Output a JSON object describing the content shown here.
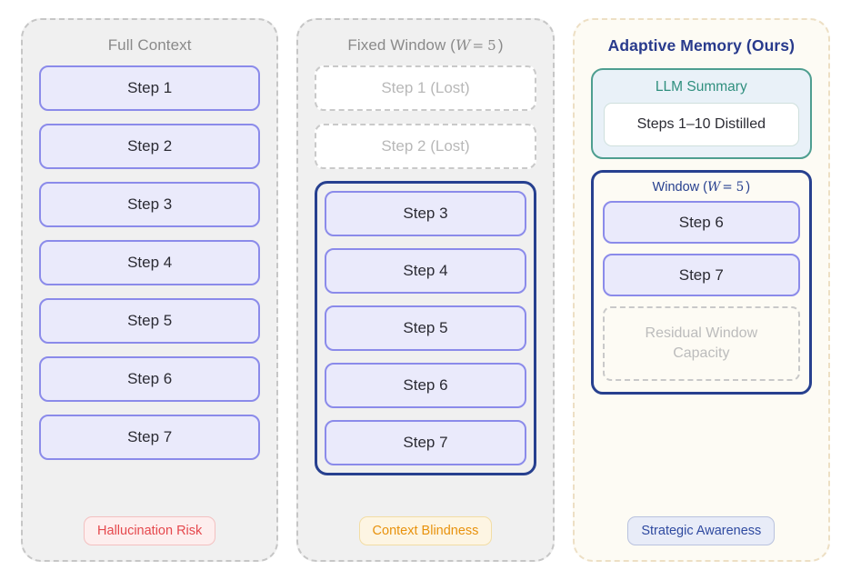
{
  "columns": [
    {
      "id": "full-context",
      "title": "Full Context",
      "steps": [
        {
          "label": "Step 1"
        },
        {
          "label": "Step 2"
        },
        {
          "label": "Step 3"
        },
        {
          "label": "Step 4"
        },
        {
          "label": "Step 5"
        },
        {
          "label": "Step 6"
        },
        {
          "label": "Step 7"
        }
      ],
      "badge": "Hallucination Risk"
    },
    {
      "id": "fixed-window",
      "title_prefix": "Fixed Window (",
      "title_var": "W",
      "title_eq": "=",
      "title_value": "5",
      "title_suffix": ")",
      "lost_steps": [
        {
          "label": "Step 1 (Lost)"
        },
        {
          "label": "Step 2 (Lost)"
        }
      ],
      "window_steps": [
        {
          "label": "Step 3"
        },
        {
          "label": "Step 4"
        },
        {
          "label": "Step 5"
        },
        {
          "label": "Step 6"
        },
        {
          "label": "Step 7"
        }
      ],
      "badge": "Context Blindness"
    },
    {
      "id": "adaptive-memory",
      "title": "Adaptive Memory (Ours)",
      "summary_title": "LLM Summary",
      "summary_chip": "Steps 1–10 Distilled",
      "window_prefix": "Window (",
      "window_var": "W",
      "window_eq": "=",
      "window_value": "5",
      "window_suffix": ")",
      "window_steps": [
        {
          "label": "Step 6"
        },
        {
          "label": "Step 7"
        }
      ],
      "residual_line1": "Residual Window",
      "residual_line2": "Capacity",
      "badge": "Strategic Awareness"
    }
  ],
  "colors": {
    "step_fill": "#eaeafb",
    "step_border": "#8b8bea",
    "window_border": "#27408f",
    "summary_border": "#4e9e90",
    "summary_fill": "#e9f1f8",
    "summary_text": "#2f8f7e",
    "accent_title": "#283a8c",
    "muted_text": "#8a8a8a",
    "lost_text": "#b8b8b8",
    "panel_grey": "#f0f0f0",
    "panel_cream": "#fdfbf4",
    "badge_red": "#e5484d",
    "badge_orange": "#e8920d",
    "badge_blue": "#2f4aa0"
  }
}
